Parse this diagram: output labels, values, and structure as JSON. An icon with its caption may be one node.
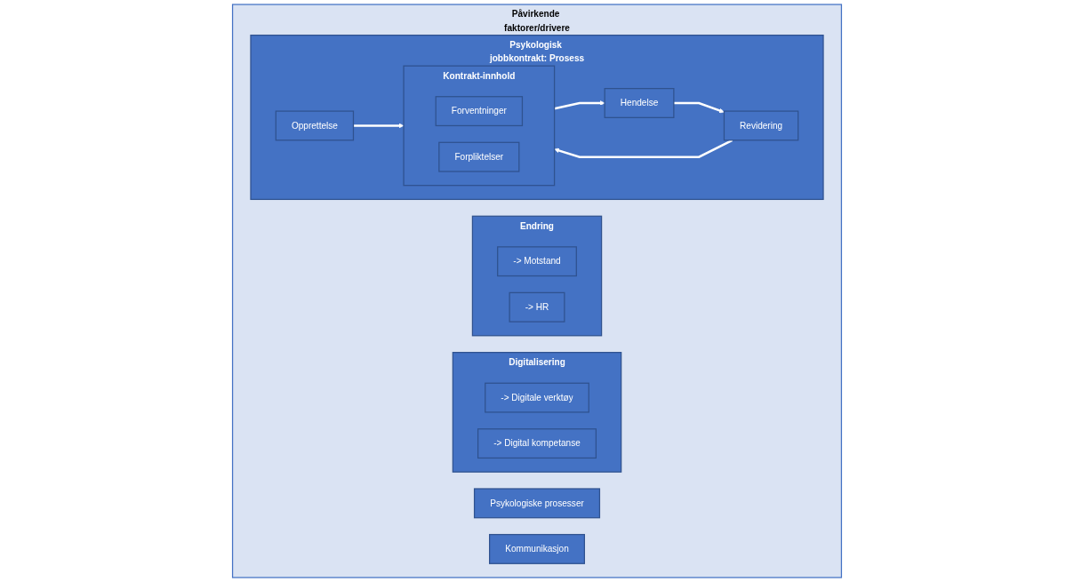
{
  "diagram": {
    "nodes": [
      {
        "text": [
          "Påvirkende faktorer/drivere"
        ]
      },
      {
        "text": [
          "Digitalisering"
        ],
        "in": 0
      },
      {
        "text": [
          "-> Digitale verktøy"
        ],
        "in": 1
      },
      {
        "text": [
          "-> Digital kompetanse"
        ],
        "in": 1
      },
      {
        "text": [
          "Psykologiske prosesser"
        ],
        "in": 0
      },
      {
        "text": [
          "Kommunikasjon"
        ],
        "in": 0
      },
      {
        "text": [
          "Endring"
        ],
        "in": 0
      },
      {
        "text": [
          "-> Motstand"
        ],
        "in": 6
      },
      {
        "text": [
          "-> HR"
        ],
        "in": 6
      },
      {
        "text": [
          "Psykologisk jobbkontrakt: Prosess"
        ],
        "in": 0
      },
      {
        "text": [
          "Revidering"
        ],
        "in": 9
      },
      {
        "text": [
          "Opprettelse"
        ],
        "in": 9
      },
      {
        "text": [
          "Kontrakt-innhold"
        ],
        "in": 9
      },
      {
        "text": [
          "Forventninger"
        ],
        "in": 12
      },
      {
        "text": [
          "Forpliktelser"
        ],
        "in": 12
      },
      {
        "text": [
          "Hendelse"
        ],
        "in": 9
      }
    ],
    "edges": [
      {
        "from": 11,
        "to": 12,
        "arrow": "to"
      },
      {
        "from": 12,
        "to": 15,
        "arrow": "to"
      },
      {
        "from": 15,
        "to": 10,
        "arrow": "to"
      },
      {
        "from": 10,
        "to": 12,
        "arrow": "to"
      }
    ]
  }
}
